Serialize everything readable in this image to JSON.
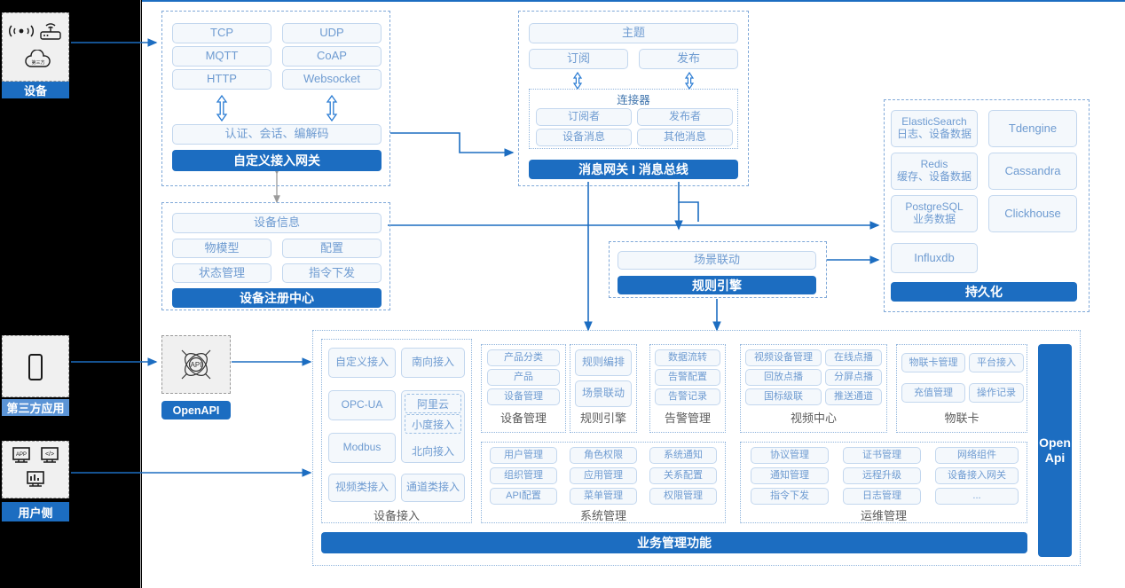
{
  "theme": {
    "accent": "#1C6DC1",
    "chip_text": "#6E9BD1",
    "chip_bg": "#F4F8FC",
    "chip_border": "#C3D7EE",
    "dash_border": "#7FA8D8",
    "rail_bg": "#F0F0F0",
    "page_bg": "#000000",
    "canvas_bg": "#FFFFFF"
  },
  "left_rail": {
    "device": {
      "label": "设备",
      "icons": [
        "wifi-signal-icon",
        "router-icon",
        "cloud-icon"
      ]
    },
    "third_party": {
      "label": "第三方应用",
      "icons": [
        "mobile-phone-icon"
      ]
    },
    "user_side": {
      "label": "用户侧",
      "icons": [
        "app-window-icon",
        "code-window-icon",
        "dashboard-chart-icon"
      ]
    }
  },
  "openapi_entry": {
    "label": "OpenAPI",
    "icon": "api-atom-icon"
  },
  "gateway": {
    "protocols": [
      "TCP",
      "UDP",
      "MQTT",
      "CoAP",
      "HTTP",
      "Websocket"
    ],
    "middle": "认证、会话、编解码",
    "title": "自定义接入网关"
  },
  "message_bus": {
    "topic": "主题",
    "subscribe": "订阅",
    "publish": "发布",
    "connector_title": "连接器",
    "connector_items": [
      "订阅者",
      "发布者",
      "设备消息",
      "其他消息"
    ],
    "title": "消息网关 I 消息总线"
  },
  "device_registry": {
    "header": "设备信息",
    "items": [
      "物模型",
      "配置",
      "状态管理",
      "指令下发"
    ],
    "title": "设备注册中心"
  },
  "rule_engine": {
    "item": "场景联动",
    "title": "规则引擎"
  },
  "persistence": {
    "items": [
      {
        "name": "ElasticSearch",
        "desc": "日志、设备数据"
      },
      {
        "name": "Tdengine",
        "desc": ""
      },
      {
        "name": "Redis",
        "desc": "缓存、设备数据"
      },
      {
        "name": "Cassandra",
        "desc": ""
      },
      {
        "name": "PostgreSQL",
        "desc": "业务数据"
      },
      {
        "name": "Clickhouse",
        "desc": ""
      },
      {
        "name": "Influxdb",
        "desc": ""
      }
    ],
    "title": "持久化"
  },
  "business": {
    "bottom_bar": "业务管理功能",
    "open_api_vertical": [
      "Open",
      "Api"
    ],
    "device_access": {
      "caption": "设备接入",
      "items": [
        "自定义接入",
        "南向接入",
        "OPC-UA",
        "Modbus",
        "视频类接入",
        "通道类接入"
      ],
      "northbound": {
        "label": "北向接入",
        "sub": [
          "阿里云",
          "小度接入"
        ]
      }
    },
    "groups": [
      {
        "caption": "设备管理",
        "items": [
          "产品分类",
          "产品",
          "设备管理"
        ]
      },
      {
        "caption": "规则引擎",
        "items": [
          "规则编排",
          "场景联动"
        ]
      },
      {
        "caption": "告警管理",
        "items": [
          "数据流转",
          "告警配置",
          "告警记录"
        ]
      },
      {
        "caption": "视频中心",
        "items": [
          "视频设备管理",
          "在线点播",
          "回放点播",
          "分屏点播",
          "国标级联",
          "推送通道"
        ]
      },
      {
        "caption": "物联卡",
        "items": [
          "物联卡管理",
          "平台接入",
          "充值管理",
          "操作记录"
        ]
      },
      {
        "caption": "系统管理",
        "items": [
          "用户管理",
          "角色权限",
          "系统通知",
          "组织管理",
          "应用管理",
          "关系配置",
          "API配置",
          "菜单管理",
          "权限管理"
        ]
      },
      {
        "caption": "运维管理",
        "items": [
          "协议管理",
          "证书管理",
          "网络组件",
          "通知管理",
          "远程升级",
          "设备接入网关",
          "指令下发",
          "日志管理",
          "..."
        ]
      }
    ]
  }
}
